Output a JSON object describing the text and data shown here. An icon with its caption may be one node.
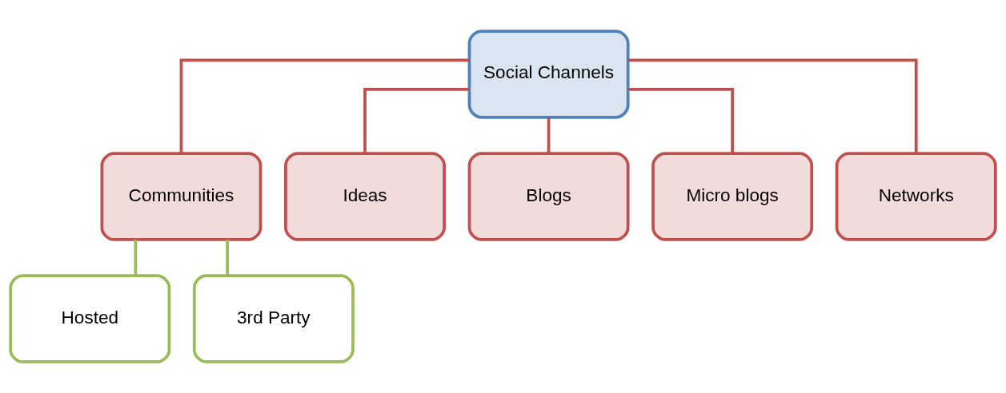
{
  "diagram": {
    "nodes": [
      {
        "text": [
          "Social Channels"
        ]
      },
      {
        "text": [
          "Communities"
        ]
      },
      {
        "text": [
          "Ideas"
        ]
      },
      {
        "text": [
          "Blogs"
        ]
      },
      {
        "text": [
          "Micro blogs"
        ]
      },
      {
        "text": [
          "Networks"
        ]
      },
      {
        "text": [
          "Hosted"
        ]
      },
      {
        "text": [
          "3rd Party"
        ]
      }
    ],
    "edges": [
      {
        "from": 0,
        "to": 1,
        "arrow": "none"
      },
      {
        "from": 0,
        "to": 2,
        "arrow": "none"
      },
      {
        "from": 0,
        "to": 3,
        "arrow": "none"
      },
      {
        "from": 0,
        "to": 4,
        "arrow": "none"
      },
      {
        "from": 0,
        "to": 5,
        "arrow": "none"
      },
      {
        "from": 1,
        "to": 6,
        "arrow": "none",
        "color": "#9bbb59"
      },
      {
        "from": 1,
        "to": 7,
        "arrow": "none",
        "color": "#9bbb59"
      }
    ]
  }
}
